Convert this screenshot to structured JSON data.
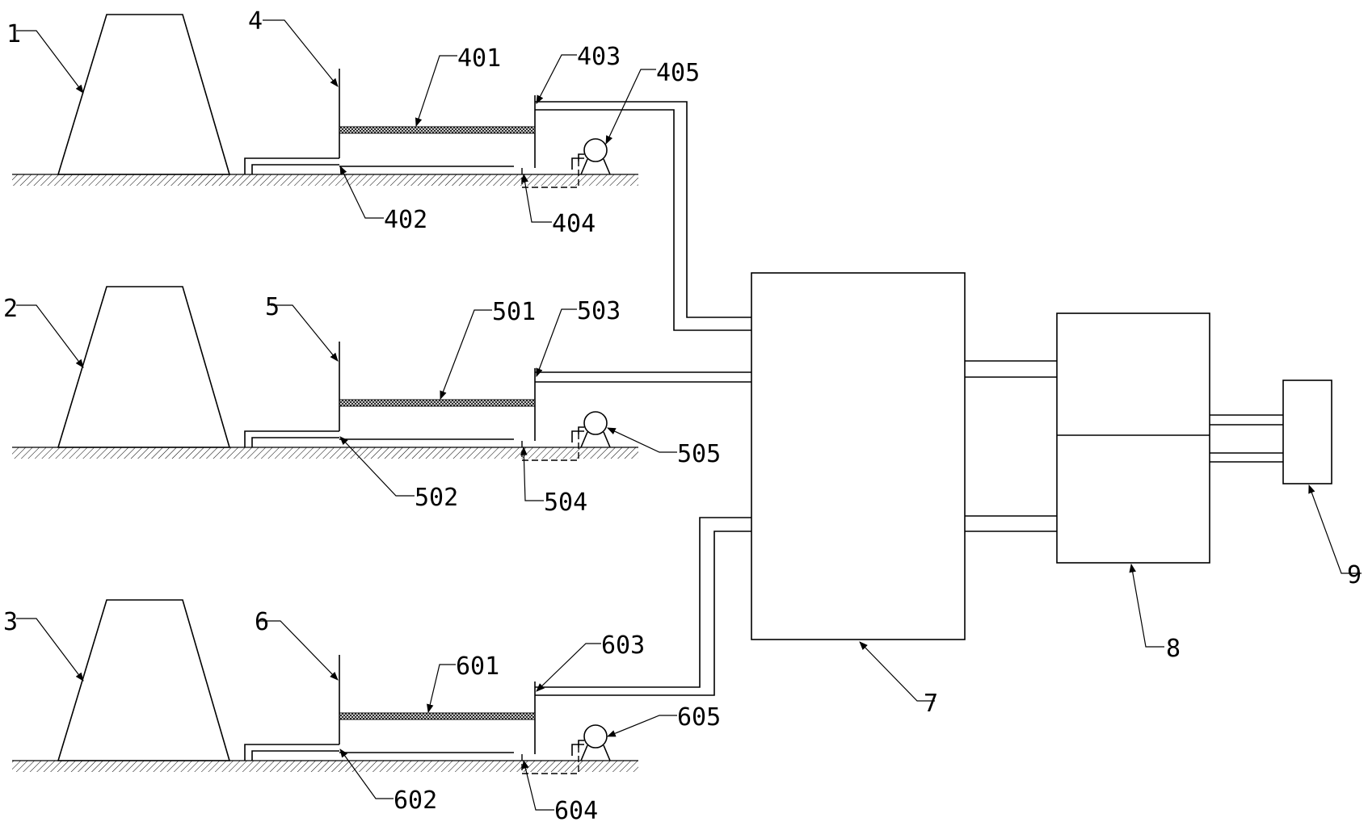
{
  "labels": {
    "l1": "1",
    "l2": "2",
    "l3": "3",
    "l4": "4",
    "l401": "401",
    "l402": "402",
    "l403": "403",
    "l404": "404",
    "l405": "405",
    "l5": "5",
    "l501": "501",
    "l502": "502",
    "l503": "503",
    "l504": "504",
    "l505": "505",
    "l6": "6",
    "l601": "601",
    "l602": "602",
    "l603": "603",
    "l604": "604",
    "l605": "605",
    "l7": "7",
    "l8": "8",
    "l9": "9"
  }
}
